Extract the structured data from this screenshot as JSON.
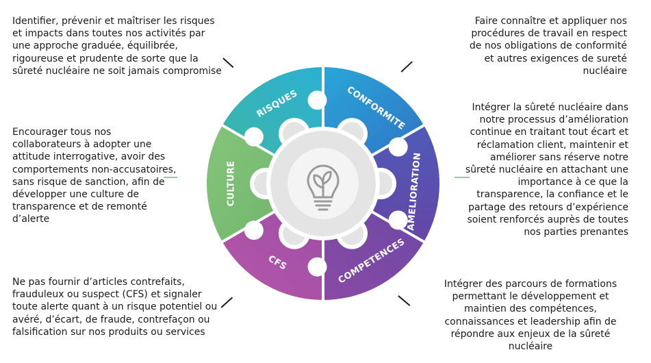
{
  "blocks": {
    "top_left": "Identifier, prévenir et maîtriser les risques et impacts dans toutes nos activités par une approche graduée, équilibrée, rigoureuse et prudente de sorte que la sûreté nucléaire ne soit jamais compromise",
    "mid_left": "Encourager tous nos collaborateurs à adopter une attitude interrogative, avoir des comportements non-accusatoires, sans risque de sanction, afin de développer une culture de transparence et de remonté d’alerte",
    "bottom_left": "Ne pas fournir d’articles contrefaits, frauduleux ou suspect (CFS) et signaler toute alerte quant à un risque potentiel ou avéré, d’écart, de fraude, contrefaçon ou falsification sur nos produits ou services",
    "top_right": "Faire connaître et appliquer nos procédures de travail en respect de nos obligations de conformité et autres exigences de sureté nucléaire",
    "mid_right": "Intégrer la sûreté nucléaire dans notre processus d’amélioration continue en traitant tout écart et réclamation client, maintenir et améliorer sans réserve notre sûreté nucléaire en attachant une importance à ce que la transparence, la confiance et le partage des retours d’expérience soient renforcés auprès de toutes nos parties prenantes",
    "bottom_right": "Intégrer des parcours de formations permettant le développement et maintien des compétences, connaissances et leadership afin de répondre aux enjeux de la sûreté nucléaire"
  },
  "segments": {
    "risques": "RISQUES",
    "conformite": "CONFORMITE",
    "amelioration": "AMELIORATION",
    "competences": "COMPETENCES",
    "cfs": "CFS",
    "culture": "CULTURE"
  },
  "colors": {
    "risques": "#2fb0c8",
    "conformite": "#2b8fd0",
    "amelioration": "#5a4aa8",
    "competences": "#7a48a0",
    "cfs": "#a64ea8",
    "culture": "#7fc07a",
    "hub": "#e6e6e6",
    "hub_border": "#ffffff"
  },
  "icons": {
    "center": "lightbulb-plant-icon"
  }
}
